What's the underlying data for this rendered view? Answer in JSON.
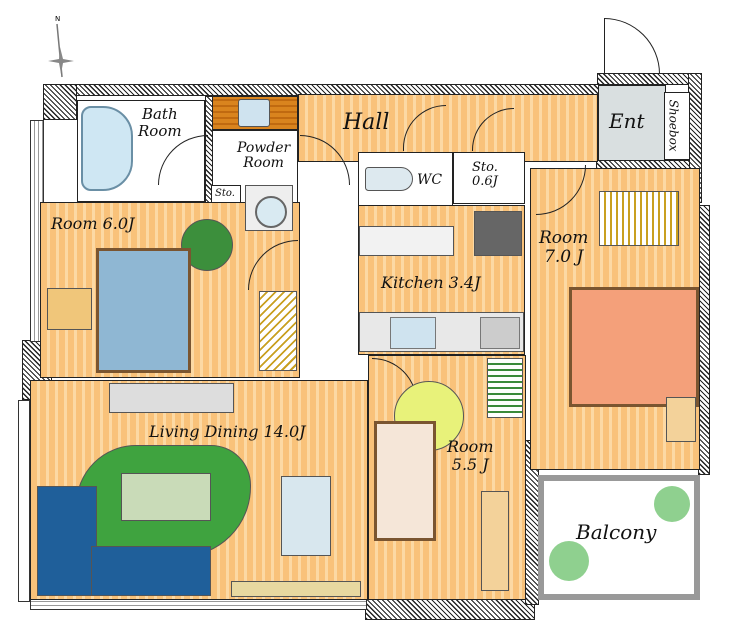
{
  "compass": {
    "north_label": "N"
  },
  "rooms": {
    "bath": {
      "line1": "Bath",
      "line2": "Room"
    },
    "powder": {
      "line1": "Powder",
      "line2": "Room"
    },
    "sto_small": "Sto.",
    "hall": "Hall",
    "wc": "WC",
    "storage": {
      "line1": "Sto.",
      "line2": "0.6J"
    },
    "entrance": "Ent",
    "shoebox": "Shoebox",
    "room_west": "Room 6.0J",
    "kitchen": "Kitchen 3.4J",
    "room_east": {
      "line1": "Room",
      "line2": "7.0 J"
    },
    "living": "Living Dining 14.0J",
    "room_south": {
      "line1": "Room",
      "line2": "5.5 J"
    },
    "balcony": "Balcony"
  },
  "colors": {
    "floor": "#f9c27a",
    "wall": "#222222",
    "entrance": "#d9dfe0",
    "bed_west": "#8fb7d3",
    "bed_east": "#f4a07a",
    "sofa": "#1f5f9a",
    "rug": "#3fa33f"
  }
}
